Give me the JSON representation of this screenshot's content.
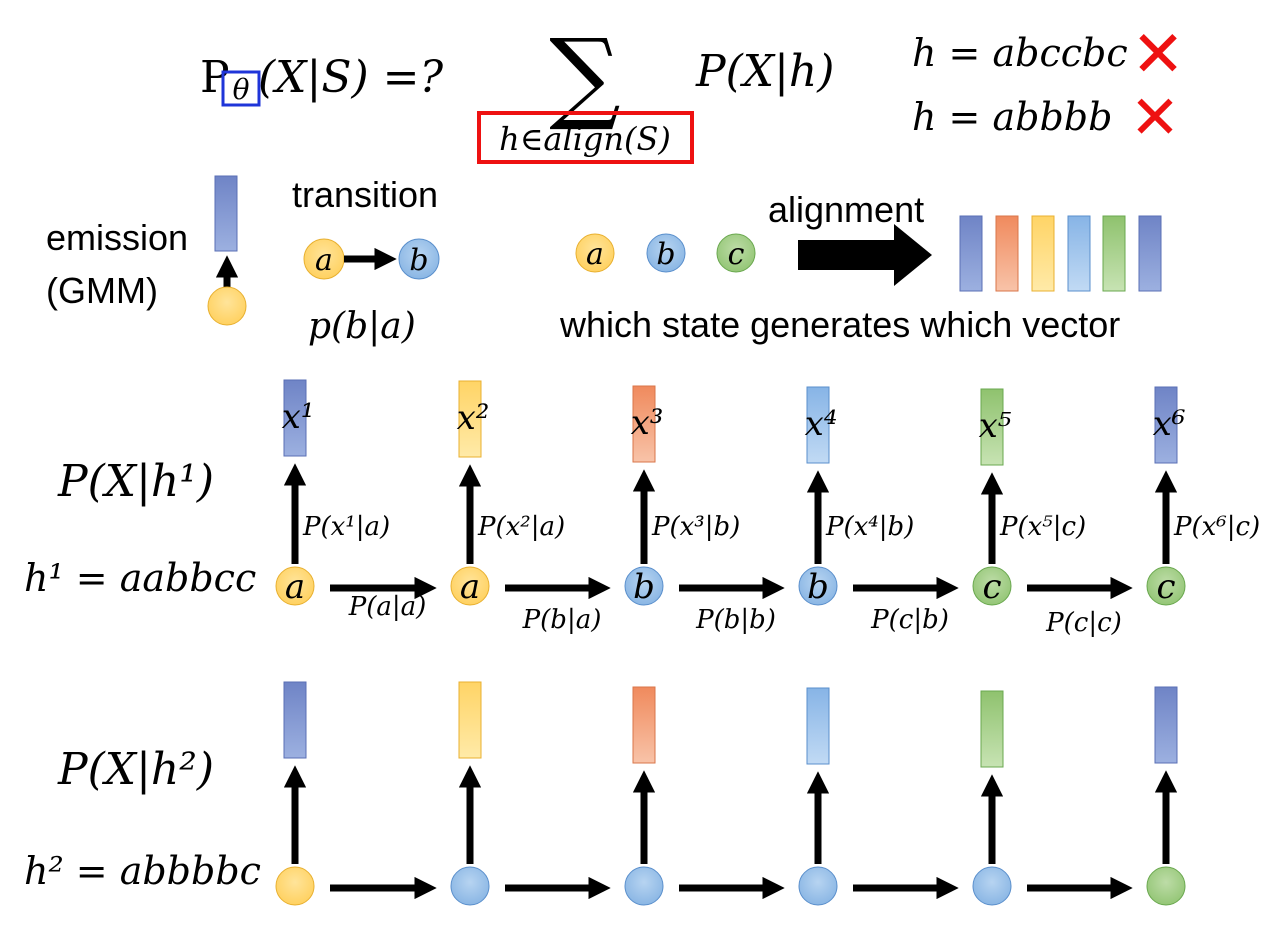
{
  "formula": {
    "p_symbol": "P",
    "theta": "θ",
    "lhs_rest": "(X|S) =?",
    "sum_symbol": "∑",
    "sum_subscript": "h∈align(S)",
    "rhs": "P(X|h)",
    "counter_examples": [
      {
        "text": "h = abccbc",
        "mark": "✕"
      },
      {
        "text": "h = abbbb",
        "mark": "✕"
      }
    ]
  },
  "legend": {
    "emission_line1": "emission",
    "emission_line2": "(GMM)",
    "transition_label": "transition",
    "transition_from": "a",
    "transition_to": "b",
    "transition_prob": "p(b|a)",
    "states": [
      "a",
      "b",
      "c"
    ],
    "alignment_label": "alignment",
    "alignment_caption": "which state generates which vector"
  },
  "row1": {
    "title": "P(X|h¹)",
    "h_label": "h¹ = aabbcc",
    "vectors": [
      "x¹",
      "x²",
      "x³",
      "x⁴",
      "x⁵",
      "x⁶"
    ],
    "states": [
      "a",
      "a",
      "b",
      "b",
      "c",
      "c"
    ],
    "emission_probs": [
      "P(x¹|a)",
      "P(x²|a)",
      "P(x³|b)",
      "P(x⁴|b)",
      "P(x⁵|c)",
      "P(x⁶|c)"
    ],
    "transition_probs": [
      "P(a|a)",
      "P(b|a)",
      "P(b|b)",
      "P(c|b)",
      "P(c|c)"
    ]
  },
  "row2": {
    "title": "P(X|h²)",
    "h_label": "h² = abbbbc",
    "states": [
      "a",
      "b",
      "b",
      "b",
      "b",
      "c"
    ]
  },
  "colors": {
    "state_a": "#ffd97a",
    "state_a_stroke": "#e8b030",
    "state_b": "#9cc3ea",
    "state_b_stroke": "#5a8fcc",
    "state_c": "#a8d08d",
    "state_c_stroke": "#6aa84f",
    "vec_dark_blue": "#7f96d0",
    "vec_orange": "#f4a582",
    "vec_yellow": "#ffd97a",
    "vec_light_blue": "#9cc3ea",
    "vec_green": "#a8d08d",
    "red": "#ee1111",
    "theta_box": "#1f35d9"
  }
}
